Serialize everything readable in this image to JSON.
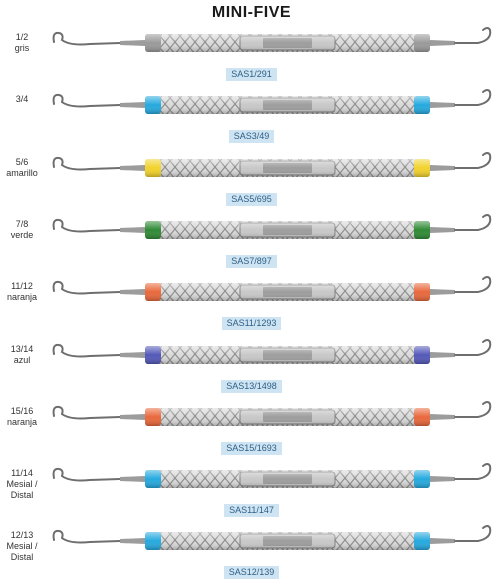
{
  "title": "MINI-FIVE",
  "instruments": [
    {
      "size": "1/2",
      "color_name": "gris",
      "code": "SAS1/291",
      "band_color": "#9a9a9a"
    },
    {
      "size": "3/4",
      "color_name": "",
      "code": "SAS3/49",
      "band_color": "#25a9df"
    },
    {
      "size": "5/6",
      "color_name": "amarillo",
      "code": "SAS5/695",
      "band_color": "#f2d22b"
    },
    {
      "size": "7/8",
      "color_name": "verde",
      "code": "SAS7/897",
      "band_color": "#2f8a35"
    },
    {
      "size": "11/12",
      "color_name": "naranja",
      "code": "SAS11/1293",
      "band_color": "#e9683c"
    },
    {
      "size": "13/14",
      "color_name": "azul",
      "code": "SAS13/1498",
      "band_color": "#5458b8"
    },
    {
      "size": "15/16",
      "color_name": "naranja",
      "code": "SAS15/1693",
      "band_color": "#e9683c"
    },
    {
      "size": "11/14",
      "color_name": "Mesial / Distal",
      "code": "SAS11/147",
      "band_color": "#25a9df"
    },
    {
      "size": "12/13",
      "color_name": "Mesial / Distal",
      "code": "SAS12/139",
      "band_color": "#25a9df"
    }
  ]
}
